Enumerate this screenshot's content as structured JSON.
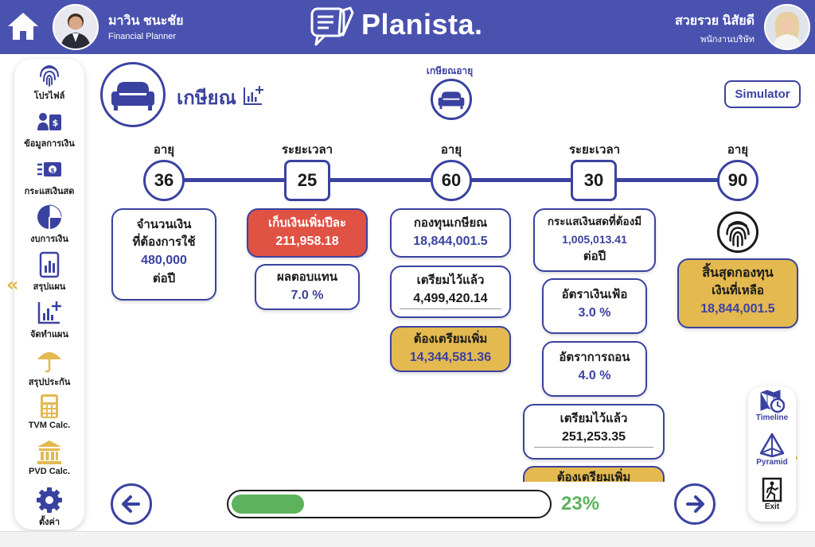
{
  "header": {
    "planner_name": "มาวิน ชนะชัย",
    "planner_role": "Financial Planner",
    "app_name": "Planista.",
    "client_name": "สวยรวย นิสัยดี",
    "client_role": "พนักงานบริษัท",
    "color": "#4a52b0"
  },
  "sidebar": {
    "items": [
      {
        "label": "โปรไฟล์",
        "icon": "fingerprint-icon"
      },
      {
        "label": "ข้อมูลการเงิน",
        "icon": "id-card-money-icon"
      },
      {
        "label": "กระแสเงินสด",
        "icon": "cash-flow-icon"
      },
      {
        "label": "งบการเงิน",
        "icon": "pie-chart-icon"
      },
      {
        "label": "สรุปแผน",
        "icon": "report-chart-icon"
      },
      {
        "label": "จัดทำแผน",
        "icon": "chart-add-icon"
      },
      {
        "label": "สรุปประกัน",
        "icon": "umbrella-icon"
      },
      {
        "label": "TVM Calc.",
        "icon": "calculator-icon"
      },
      {
        "label": "PVD Calc.",
        "icon": "bank-icon"
      },
      {
        "label": "ตั้งค่า",
        "icon": "gear-icon"
      }
    ]
  },
  "right_sidebar": {
    "items": [
      {
        "label": "Timeline",
        "icon": "timeline-map-icon"
      },
      {
        "label": "Pyramid",
        "icon": "pyramid-icon"
      },
      {
        "label": "Exit",
        "icon": "exit-door-icon"
      }
    ]
  },
  "page": {
    "title": "เกษียณ",
    "center_title": "เกษียณอายุ",
    "simulator_label": "Simulator"
  },
  "timeline": {
    "headers": [
      "อายุ",
      "ระยะเวลา",
      "อายุ",
      "ระยะเวลา",
      "อายุ"
    ],
    "nodes": [
      "36",
      "25",
      "60",
      "30",
      "90"
    ]
  },
  "cards": {
    "expense": {
      "label1": "จำนวนเงิน",
      "label2": "ที่ต้องการใช้",
      "value": "480,000",
      "unit": "ต่อปี"
    },
    "save_more": {
      "label": "เก็บเงินเพิ่มปีละ",
      "value": "211,958.18"
    },
    "return": {
      "label": "ผลตอบแทน",
      "value": "7.0 %"
    },
    "fund": {
      "label": "กองทุนเกษียณ",
      "value": "18,844,001.5"
    },
    "prepared_1": {
      "label": "เตรียมไว้แล้ว",
      "value": "4,499,420.14"
    },
    "need_more_1": {
      "label": "ต้องเตรียมเพิ่ม",
      "value": "14,344,581.36"
    },
    "cashflow": {
      "label": "กระแสเงินสดที่ต้องมี",
      "value": "1,005,013.41",
      "unit": "ต่อปี"
    },
    "inflation": {
      "label": "อัตราเงินเฟ้อ",
      "value": "3.0 %"
    },
    "withdraw": {
      "label": "อัตราการถอน",
      "value": "4.0 %"
    },
    "prepared_2": {
      "label": "เตรียมไว้แล้ว",
      "value": "251,253.35"
    },
    "need_more_2": {
      "label": "ต้องเตรียมเพิ่ม"
    },
    "fund_end": {
      "label1": "สิ้นสุดกองทุน",
      "label2": "เงินที่เหลือ",
      "value": "18,844,001.5"
    }
  },
  "progress": {
    "percent": 23,
    "text": "23%"
  },
  "colors": {
    "primary": "#3a42a0",
    "gold": "#e3b950",
    "red": "#e05244",
    "green": "#5cb35c"
  }
}
